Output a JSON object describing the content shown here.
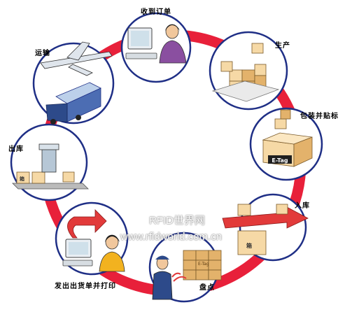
{
  "diagram": {
    "stages": {
      "receive_order": "收到订单",
      "production": "生产",
      "pack_and_tag": "包装并贴标",
      "warehouse_in": "入库",
      "inventory_check": "盘点",
      "print_and_ship_docs": "发出出货单并打印",
      "warehouse_out": "出库",
      "transport": "运输"
    },
    "tag_text": "E-Tag",
    "box_mark": "箱",
    "pallet_tag": "E-Tag"
  },
  "watermark": {
    "line1": "RFID世界网",
    "line2": "www.rfidworld.com.cn"
  },
  "colors": {
    "ring": "#e8203a",
    "circle_border": "#1f2f86",
    "box_light": "#f6d9a6",
    "box_dark": "#d9a35a",
    "arrow_red": "#e23a3a"
  }
}
